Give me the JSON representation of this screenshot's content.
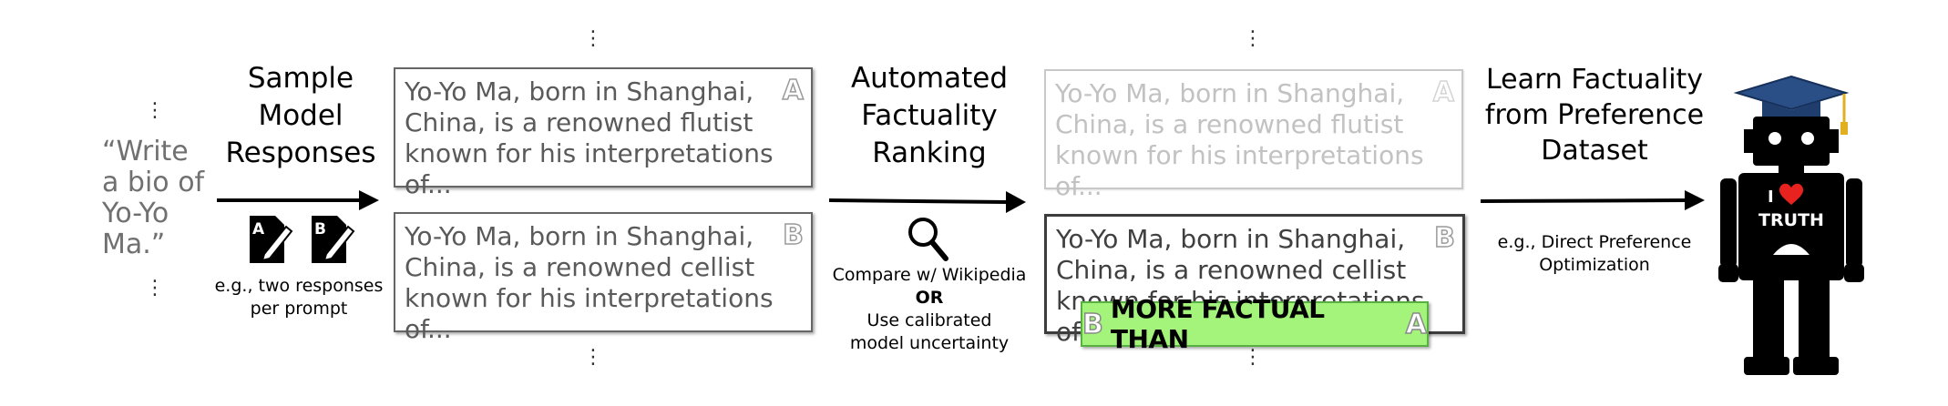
{
  "prompt": {
    "text": "“Write a bio of Yo-Yo Ma.”"
  },
  "step1": {
    "heading_lines": [
      "Sample",
      "Model",
      "Responses"
    ],
    "note_lines": [
      "e.g., two responses",
      "per prompt"
    ],
    "icon_a": "A",
    "icon_b": "B"
  },
  "responses_left": [
    {
      "letter": "A",
      "text": "Yo-Yo Ma, born in Shanghai, China, is a renowned flutist known for his interpretations of..."
    },
    {
      "letter": "B",
      "text": "Yo-Yo Ma, born in Shanghai, China, is a renowned cellist known for his interpretations of..."
    }
  ],
  "step2": {
    "heading_lines": [
      "Automated",
      "Factuality",
      "Ranking"
    ],
    "note_lines": [
      "Compare w/ Wikipedia",
      "OR",
      "Use calibrated",
      "model uncertainty"
    ]
  },
  "responses_right": [
    {
      "letter": "A",
      "text": "Yo-Yo Ma, born in Shanghai, China, is a renowned flutist known for his interpretations of..."
    },
    {
      "letter": "B",
      "text": "Yo-Yo Ma, born in Shanghai, China, is a renowned cellist known for his interpretations of..."
    }
  ],
  "banner": {
    "left_letter": "B",
    "text": "MORE FACTUAL THAN",
    "right_letter": "A"
  },
  "step3": {
    "heading_lines": [
      "Learn Factuality",
      "from Preference",
      "Dataset"
    ],
    "note_lines": [
      "e.g., Direct Preference",
      "Optimization"
    ]
  },
  "robot": {
    "line1": "I",
    "line2": "TRUTH"
  },
  "colors": {
    "banner_fill": "#a4f37a",
    "banner_border": "#58b043",
    "heart": "#e8231f",
    "cap": "#2a4f86"
  }
}
